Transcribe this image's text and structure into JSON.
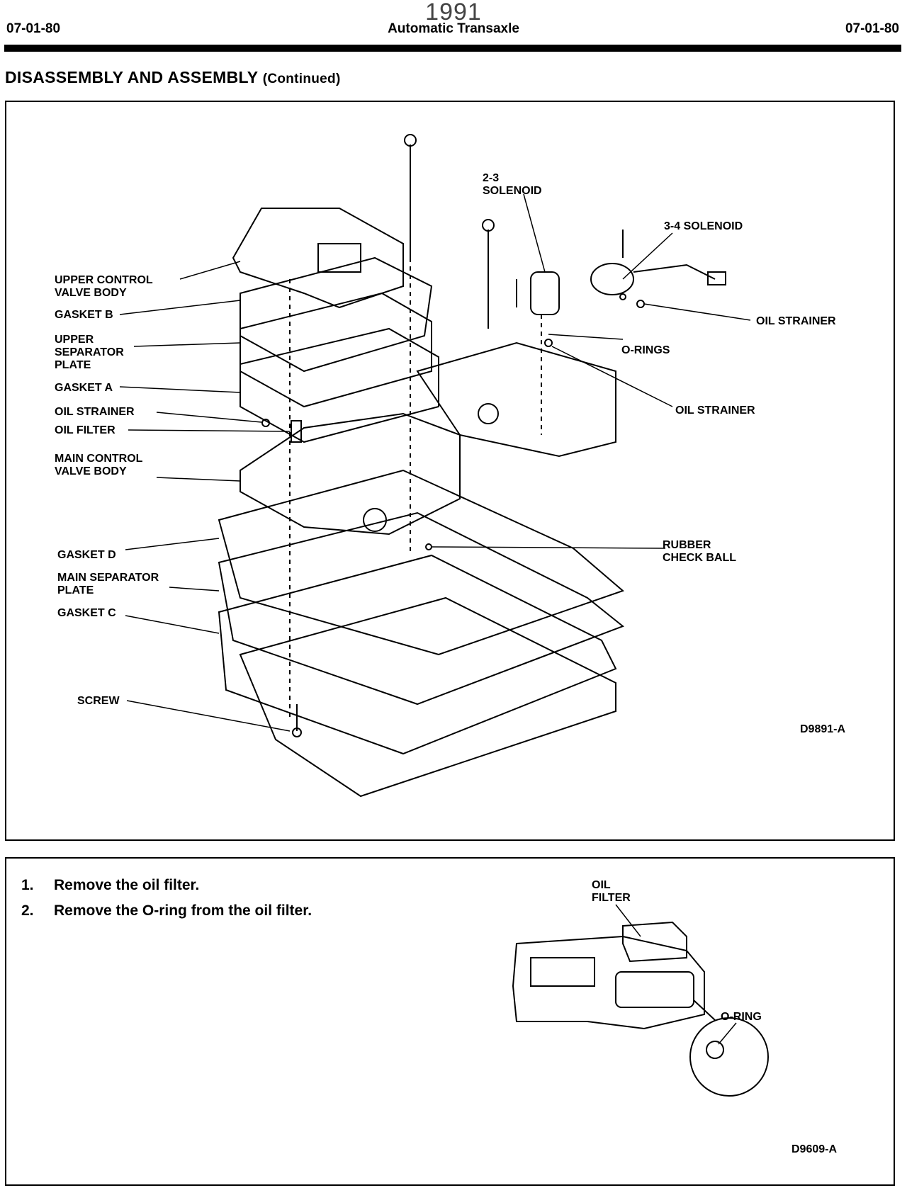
{
  "header": {
    "year": "1991",
    "section_left": "07-01-80",
    "title": "Automatic Transaxle",
    "section_right": "07-01-80"
  },
  "section_title": "DISASSEMBLY AND ASSEMBLY",
  "section_title_suffix": "(Continued)",
  "figure1": {
    "labels": {
      "solenoid_23_a": "2-3",
      "solenoid_23_b": "SOLENOID",
      "solenoid_34": "3-4 SOLENOID",
      "upper_cvb_a": "UPPER CONTROL",
      "upper_cvb_b": "VALVE BODY",
      "gasket_b": "GASKET B",
      "upper_sep_a": "UPPER",
      "upper_sep_b": "SEPARATOR",
      "upper_sep_c": "PLATE",
      "gasket_a": "GASKET A",
      "oil_strainer_left": "OIL STRAINER",
      "oil_filter": "OIL FILTER",
      "main_cvb_a": "MAIN CONTROL",
      "main_cvb_b": "VALVE BODY",
      "oil_strainer_right_top": "OIL STRAINER",
      "o_rings": "O-RINGS",
      "oil_strainer_right_mid": "OIL STRAINER",
      "gasket_d": "GASKET D",
      "main_sep_a": "MAIN SEPARATOR",
      "main_sep_b": "PLATE",
      "gasket_c": "GASKET C",
      "rubber_ball_a": "RUBBER",
      "rubber_ball_b": "CHECK BALL",
      "screw": "SCREW",
      "code": "D9891-A"
    }
  },
  "steps": [
    {
      "num": "1.",
      "text": "Remove the oil filter."
    },
    {
      "num": "2.",
      "text": "Remove the O-ring from the oil filter."
    }
  ],
  "figure2": {
    "labels": {
      "oil_filter_a": "OIL",
      "oil_filter_b": "FILTER",
      "o_ring": "O-RING",
      "code": "D9609-A"
    }
  }
}
